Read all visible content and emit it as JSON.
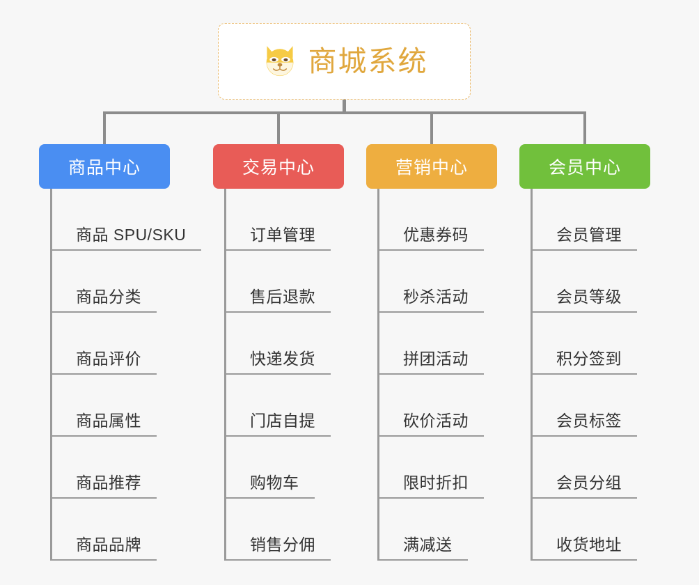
{
  "root": {
    "title": "商城系统",
    "icon": "shiba-dog-face-icon",
    "border_color": "#eab96a",
    "text_color": "#e0a73d",
    "background": "#ffffff"
  },
  "canvas": {
    "background": "#f7f7f7",
    "line_color": "#8c8c8c"
  },
  "columns": [
    {
      "id": "product-center",
      "label": "商品中心",
      "color": "#4a8ef2",
      "items": [
        "商品 SPU/SKU",
        "商品分类",
        "商品评价",
        "商品属性",
        "商品推荐",
        "商品品牌"
      ]
    },
    {
      "id": "trade-center",
      "label": "交易中心",
      "color": "#e85c57",
      "items": [
        "订单管理",
        "售后退款",
        "快递发货",
        "门店自提",
        "购物车",
        "销售分佣"
      ]
    },
    {
      "id": "marketing-center",
      "label": "营销中心",
      "color": "#eeae40",
      "items": [
        "优惠券码",
        "秒杀活动",
        "拼团活动",
        "砍价活动",
        "限时折扣",
        "满减送"
      ]
    },
    {
      "id": "member-center",
      "label": "会员中心",
      "color": "#71c03c",
      "items": [
        "会员管理",
        "会员等级",
        "积分签到",
        "会员标签",
        "会员分组",
        "收货地址"
      ]
    }
  ]
}
